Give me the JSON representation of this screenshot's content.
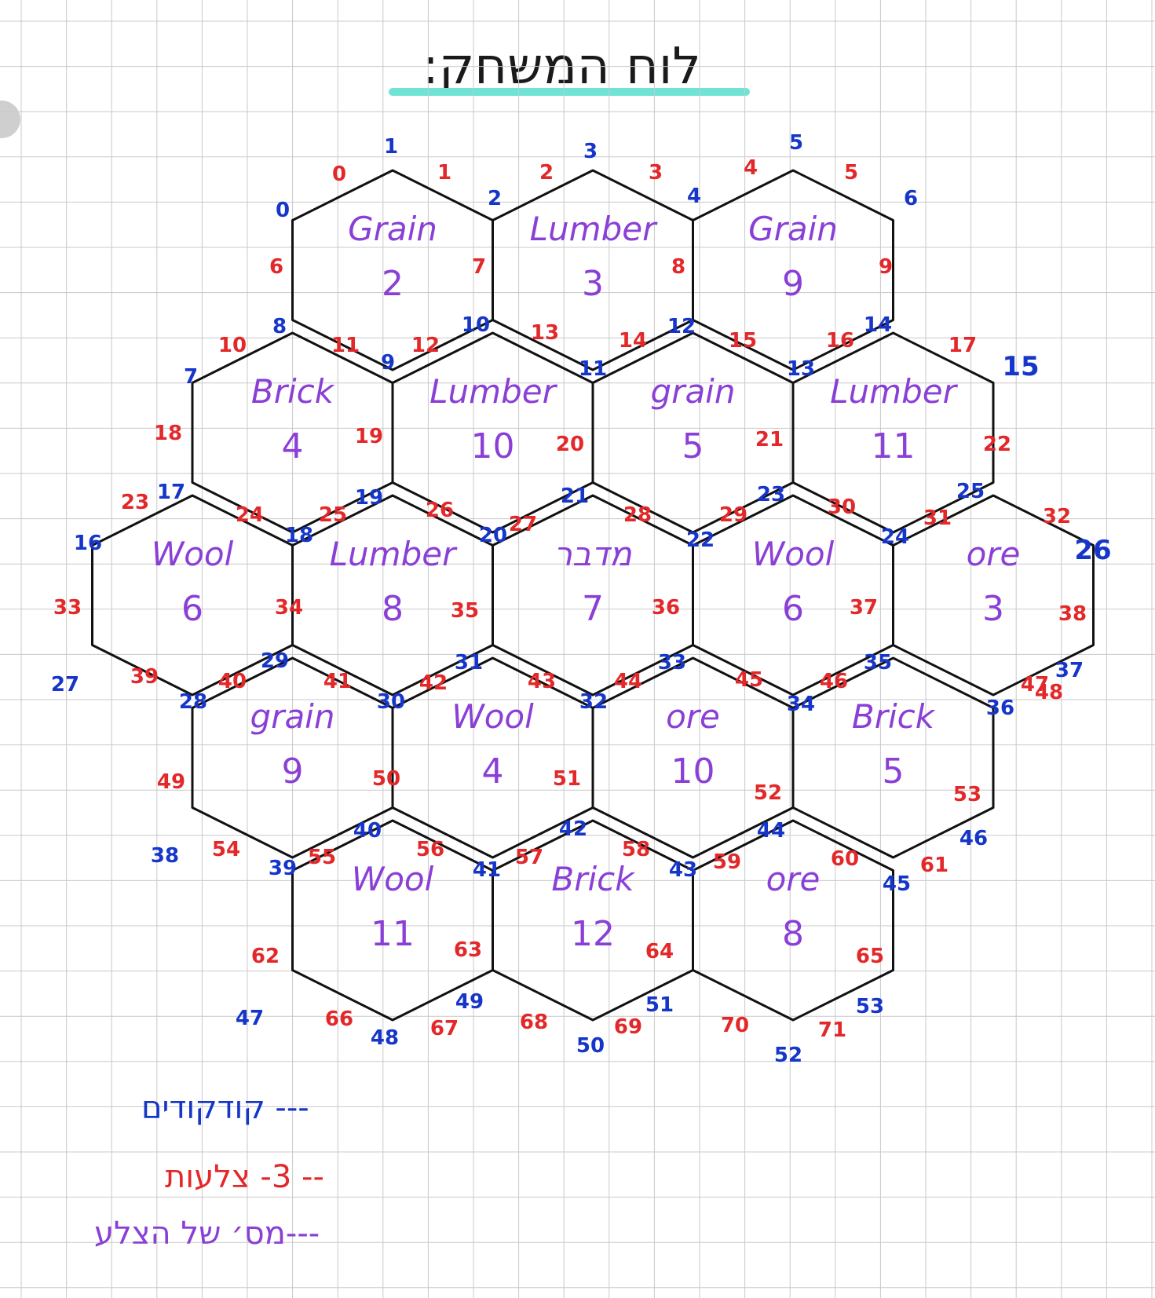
{
  "title": "לוח המשחק:",
  "colors": {
    "vertex_ids": "#1536c9",
    "edge_ids": "#e3282a",
    "tile_labels": "#8a3fd6",
    "title_underline": "#6fe3d4",
    "hex_stroke": "#111111",
    "grid": "#c9c9c9"
  },
  "tiles": [
    {
      "resource": "Grain",
      "number": "2"
    },
    {
      "resource": "Lumber",
      "number": "3"
    },
    {
      "resource": "Grain",
      "number": "9"
    },
    {
      "resource": "Brick",
      "number": "4"
    },
    {
      "resource": "Lumber",
      "number": "10"
    },
    {
      "resource": "grain",
      "number": "5"
    },
    {
      "resource": "Lumber",
      "number": "11"
    },
    {
      "resource": "Wool",
      "number": "6"
    },
    {
      "resource": "Lumber",
      "number": "8"
    },
    {
      "resource": "מדבר",
      "number": "7"
    },
    {
      "resource": "Wool",
      "number": "6"
    },
    {
      "resource": "ore",
      "number": "3"
    },
    {
      "resource": "grain",
      "number": "9"
    },
    {
      "resource": "Wool",
      "number": "4"
    },
    {
      "resource": "ore",
      "number": "10"
    },
    {
      "resource": "Brick",
      "number": "5"
    },
    {
      "resource": "Wool",
      "number": "11"
    },
    {
      "resource": "Brick",
      "number": "12"
    },
    {
      "resource": "ore",
      "number": "8"
    }
  ],
  "vertex_labels": [
    "0",
    "1",
    "2",
    "3",
    "4",
    "5",
    "6",
    "7",
    "8",
    "9",
    "10",
    "11",
    "12",
    "13",
    "14",
    "15",
    "16",
    "17",
    "18",
    "19",
    "20",
    "21",
    "22",
    "23",
    "24",
    "25",
    "26",
    "27",
    "28",
    "29",
    "30",
    "31",
    "32",
    "33",
    "34",
    "35",
    "36",
    "37",
    "38",
    "39",
    "40",
    "41",
    "42",
    "43",
    "44",
    "45",
    "46",
    "47",
    "48",
    "49",
    "50",
    "51",
    "52",
    "53"
  ],
  "edge_labels": [
    "0",
    "1",
    "2",
    "3",
    "4",
    "5",
    "6",
    "7",
    "8",
    "9",
    "10",
    "11",
    "12",
    "13",
    "14",
    "15",
    "16",
    "17",
    "18",
    "19",
    "20",
    "21",
    "22",
    "23",
    "24",
    "25",
    "26",
    "27",
    "28",
    "29",
    "30",
    "31",
    "32",
    "33",
    "34",
    "35",
    "36",
    "37",
    "38",
    "39",
    "40",
    "41",
    "42",
    "43",
    "44",
    "45",
    "46",
    "47",
    "48",
    "49",
    "50",
    "51",
    "52",
    "53",
    "54",
    "55",
    "56",
    "57",
    "58",
    "59",
    "60",
    "61",
    "62",
    "63",
    "64",
    "65",
    "66",
    "67",
    "68",
    "69",
    "70",
    "71"
  ],
  "legend": [
    {
      "text": "--- קודקודים",
      "color": "#1536c9"
    },
    {
      "text": "-- 3- צלעות",
      "color": "#e3282a"
    },
    {
      "text": "---מס׳ של הצלע",
      "color": "#8a3fd6"
    }
  ]
}
